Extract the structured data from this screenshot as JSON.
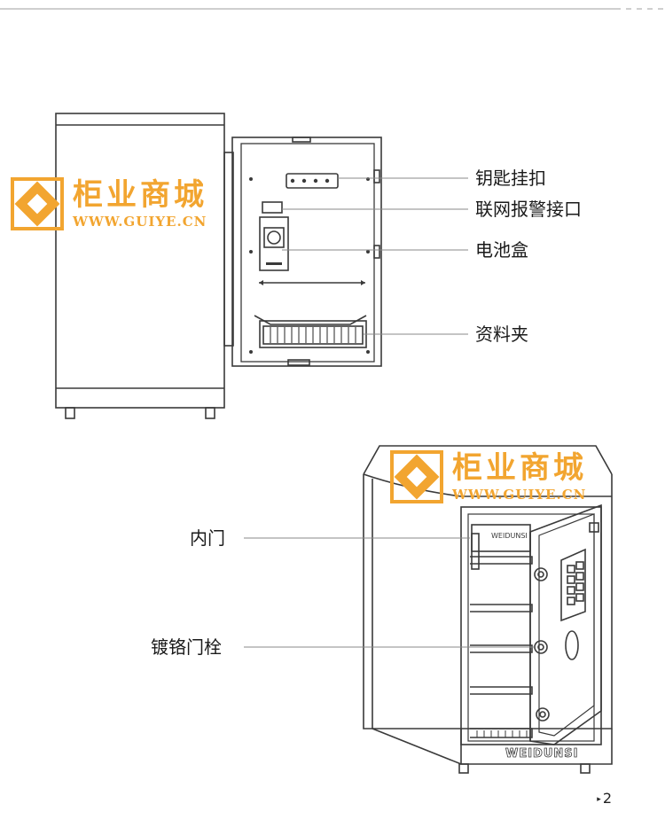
{
  "labels": {
    "top": [
      "钥匙挂扣",
      "联网报警接口",
      "电池盒",
      "资料夹"
    ],
    "bottom": [
      "内门",
      "镀铬门栓"
    ]
  },
  "watermark": {
    "name": "柜业商城",
    "url": "WWW.GUIYE.CN"
  },
  "brand": "WEIDUNSI",
  "page_number": "2",
  "colors": {
    "line": "#3a3a3a",
    "leader": "#888888",
    "watermark": "#f2a530"
  }
}
